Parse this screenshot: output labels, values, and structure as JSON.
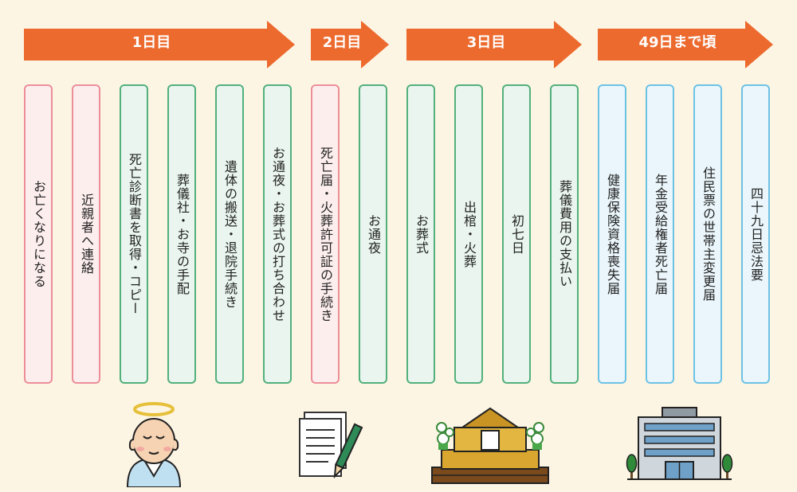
{
  "phases": [
    "1日目",
    "2日目",
    "3日目",
    "49日まで頃"
  ],
  "steps": [
    "お亡くなりになる",
    "近親者へ連絡",
    "死亡診断書を取得・コピー",
    "葬儀社・お寺の手配",
    "遺体の搬送・退院手続き",
    "お通夜・お葬式の打ち合わせ",
    "死亡届・火葬許可証の手続き",
    "お通夜",
    "お葬式",
    "出棺・火葬",
    "初七日",
    "葬儀費用の支払い",
    "健康保険資格喪失届",
    "年金受給権者死亡届",
    "住民票の世帯主変更届",
    "四十九日忌法要"
  ],
  "colors": {
    "background": "#fdf5e4",
    "arrow": "#ec6a2e",
    "pink_border": "#ec8e98",
    "green_border": "#52b07c",
    "blue_border": "#6cc2e4"
  },
  "illustrations": [
    "deceased-person-icon",
    "documents-pen-icon",
    "altar-icon",
    "government-building-icon"
  ]
}
